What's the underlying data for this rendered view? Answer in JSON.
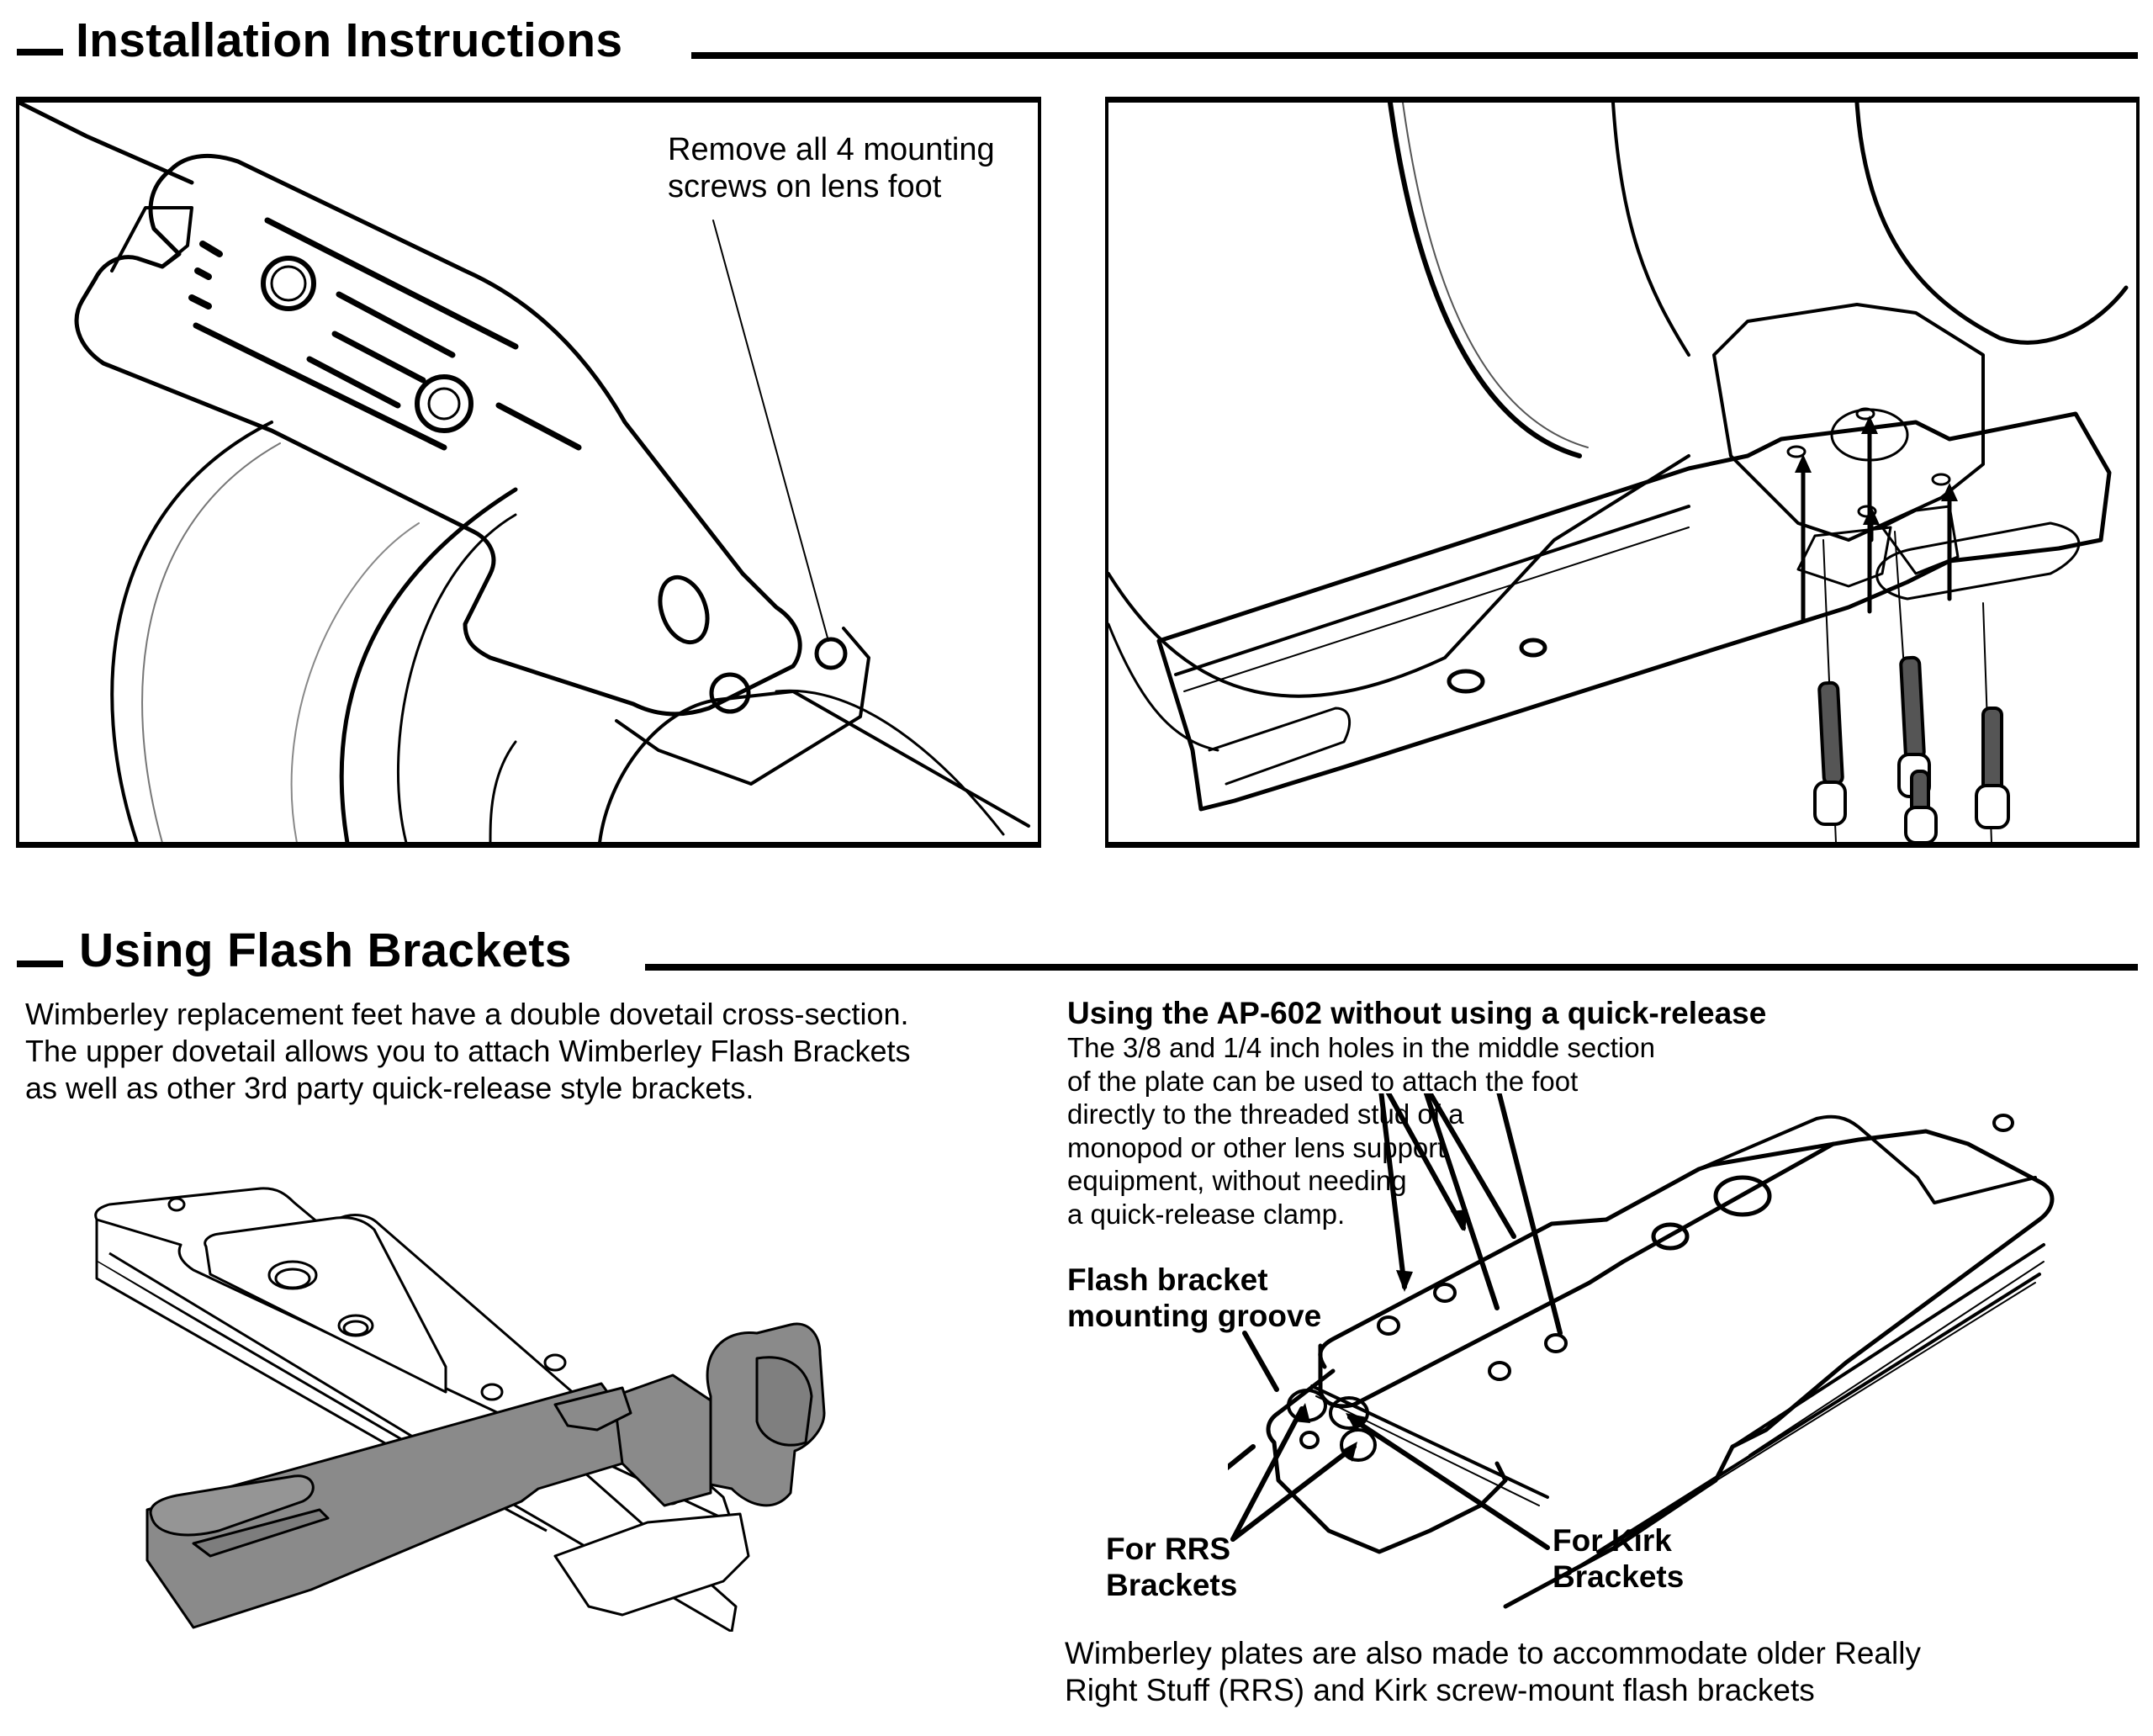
{
  "sections": {
    "installation": {
      "title": "Installation Instructions",
      "panel_1": {
        "callout": [
          "Remove all 4 mounting",
          "screws on lens foot"
        ]
      },
      "panel_2": {
        "illustration": "lens-foot-plate-exploded-with-4-screws"
      }
    },
    "flash_brackets": {
      "title": "Using Flash Brackets",
      "intro": [
        "Wimberley replacement feet have a double dovetail cross-section.",
        "The upper dovetail allows you to attach Wimberley Flash Brackets",
        "as well as other 3rd party quick-release style brackets."
      ],
      "ap602": {
        "heading": "Using the AP-602 without using a quick-release",
        "body": [
          "The 3/8 and 1/4 inch holes in the middle section",
          "of the plate can be used to attach the foot",
          "directly to the threaded stud of a",
          "monopod or other lens support",
          "equipment, without needing",
          "a quick-release clamp."
        ]
      },
      "labels": {
        "groove": [
          "Flash bracket",
          "mounting groove"
        ],
        "rrs": [
          "For RRS",
          "Brackets"
        ],
        "kirk": [
          "For Kirk",
          "Brackets"
        ]
      },
      "footer": [
        "Wimberley plates are also made to accommodate older Really",
        "Right Stuff (RRS) and Kirk screw-mount flash brackets"
      ]
    }
  },
  "colors": {
    "ink": "#000000",
    "bracket_gray": "#8a8a8a",
    "paper": "#ffffff"
  }
}
